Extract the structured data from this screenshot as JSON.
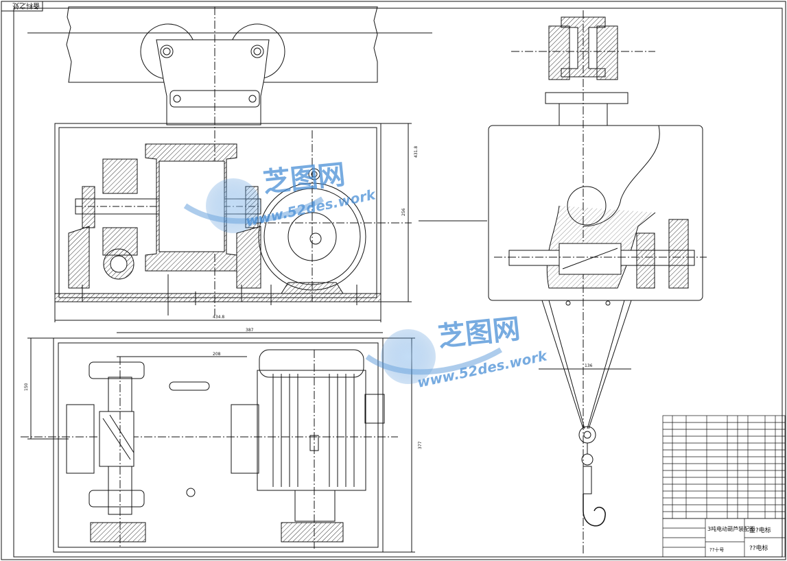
{
  "corner_label": "备料之处",
  "dimensions": {
    "top_height": "431.8",
    "top_mid": "256",
    "front_width": "434.8",
    "plan_total": "387",
    "plan_inner": "208",
    "plan_left": "150",
    "plan_right": "377",
    "side_gap": "136"
  },
  "title_block": {
    "drawing_title": "3吨电动葫芦装配图",
    "company_1": "金?电标",
    "company_2": "??电标",
    "company_3": "??十号"
  },
  "watermark": {
    "brand": "芝图网",
    "url": "www.52des.work"
  },
  "colors": {
    "line": "#111111",
    "hatch": "#333333",
    "watermark": "#4a8fd6"
  }
}
